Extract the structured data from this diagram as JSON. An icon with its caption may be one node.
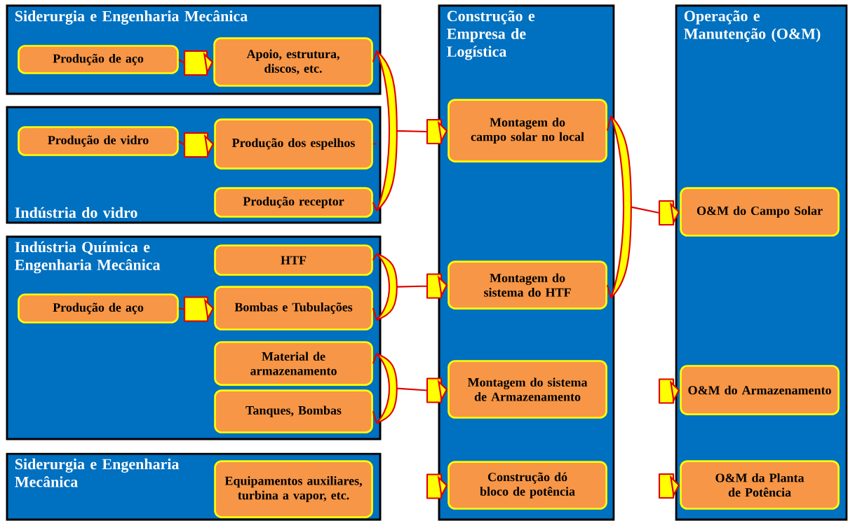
{
  "diagram": {
    "nodes": [
      {
        "text": [
          "Siderurgia e Engenharia Mecânica"
        ]
      },
      {
        "text": [
          "Produção de aço"
        ],
        "in": 0
      },
      {
        "text": [
          "Apoio, estrutura, discos, etc."
        ],
        "in": 0
      },
      {
        "text": [
          "Indústria do vidro"
        ]
      },
      {
        "text": [
          "Produção de vidro"
        ],
        "in": 3
      },
      {
        "text": [
          "Produção dos espelhos"
        ],
        "in": 3
      },
      {
        "text": [
          "Produção receptor"
        ],
        "in": 3
      },
      {
        "text": [
          "Indústria Química e Engenharia Mecânica"
        ]
      },
      {
        "text": [
          "HTF"
        ],
        "in": 7
      },
      {
        "text": [
          "Produção de aço"
        ],
        "in": 7
      },
      {
        "text": [
          "Bombas e Tubulações"
        ],
        "in": 7
      },
      {
        "text": [
          "Material de armazenamento"
        ],
        "in": 7
      },
      {
        "text": [
          "Tanques, Bombas"
        ],
        "in": 7
      },
      {
        "text": [
          "Siderurgia e Engenharia Mecânica"
        ]
      },
      {
        "text": [
          "Equipamentos auxiliares, turbina a vapor, etc."
        ],
        "in": 13
      },
      {
        "text": [
          "Construção e Empresa de Logística"
        ]
      },
      {
        "text": [
          "Montagem do campo solar no local"
        ],
        "in": 15
      },
      {
        "text": [
          "Montagem do sistema do HTF"
        ],
        "in": 15
      },
      {
        "text": [
          "Montagem do sistema de Armazenamento"
        ],
        "in": 15
      },
      {
        "text": [
          "Construção dó bloco de potência"
        ],
        "in": 15
      },
      {
        "text": [
          "Operação e Manutenção (O&M)"
        ]
      },
      {
        "text": [
          "O&M do Campo Solar"
        ],
        "in": 20
      },
      {
        "text": [
          "O&M do Armazenamento"
        ],
        "in": 20
      },
      {
        "text": [
          "O&M da Planta de Potência"
        ],
        "in": 20
      }
    ],
    "edges": [
      {
        "from": 1,
        "to": 2,
        "arrow": "to"
      },
      {
        "from": 4,
        "to": 5,
        "arrow": "to"
      },
      {
        "from": 9,
        "to": 10,
        "arrow": "to"
      },
      {
        "from": 2,
        "to": 16,
        "arrow": "to"
      },
      {
        "from": 5,
        "to": 16,
        "arrow": "to"
      },
      {
        "from": 6,
        "to": 16,
        "arrow": "to"
      },
      {
        "from": 8,
        "to": 17,
        "arrow": "to"
      },
      {
        "from": 10,
        "to": 17,
        "arrow": "to"
      },
      {
        "from": 11,
        "to": 18,
        "arrow": "to"
      },
      {
        "from": 12,
        "to": 18,
        "arrow": "to"
      },
      {
        "from": null,
        "to": 19,
        "arrow": "to"
      },
      {
        "from": 16,
        "to": 21,
        "arrow": "to"
      },
      {
        "from": 17,
        "to": 21,
        "arrow": "to"
      },
      {
        "from": null,
        "to": 22,
        "arrow": "to"
      },
      {
        "from": null,
        "to": 23,
        "arrow": "to"
      }
    ]
  }
}
